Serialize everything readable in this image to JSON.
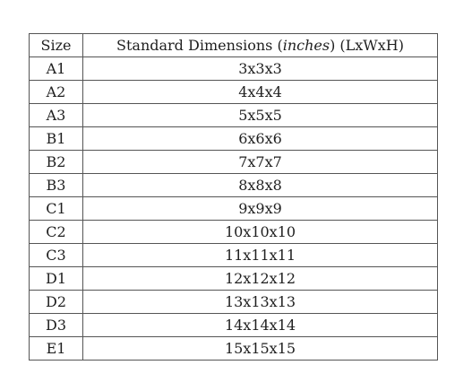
{
  "table": {
    "header": {
      "size": "Size",
      "dims_prefix": "Standard Dimensions (",
      "dims_italic": "inches",
      "dims_suffix": ") (LxWxH)"
    },
    "rows": [
      {
        "size": "A1",
        "dims": "3x3x3"
      },
      {
        "size": "A2",
        "dims": "4x4x4"
      },
      {
        "size": "A3",
        "dims": "5x5x5"
      },
      {
        "size": "B1",
        "dims": "6x6x6"
      },
      {
        "size": "B2",
        "dims": "7x7x7"
      },
      {
        "size": "B3",
        "dims": "8x8x8"
      },
      {
        "size": "C1",
        "dims": "9x9x9"
      },
      {
        "size": "C2",
        "dims": "10x10x10"
      },
      {
        "size": "C3",
        "dims": "11x11x11"
      },
      {
        "size": "D1",
        "dims": "12x12x12"
      },
      {
        "size": "D2",
        "dims": "13x13x13"
      },
      {
        "size": "D3",
        "dims": "14x14x14"
      },
      {
        "size": "E1",
        "dims": "15x15x15"
      }
    ]
  }
}
